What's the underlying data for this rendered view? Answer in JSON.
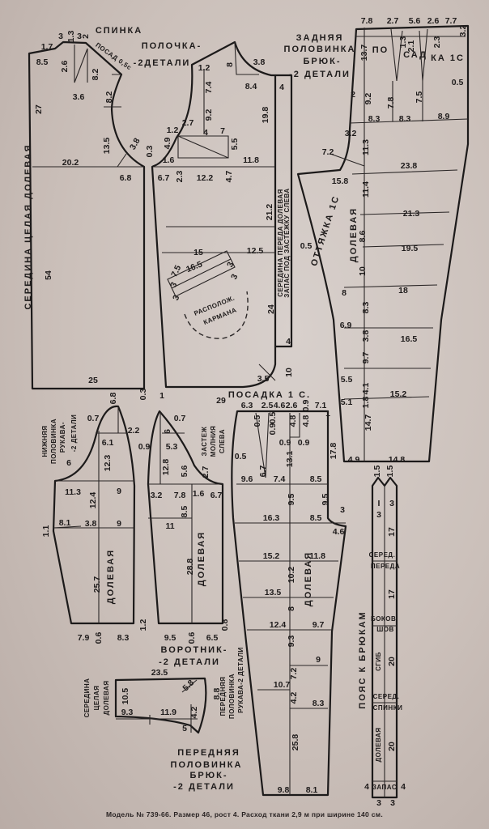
{
  "pieces": {
    "back": {
      "title": "СПИНКА",
      "note": "ПОСАД 0,5с",
      "center_label": "СЕРЕДИНА ЦЕЛАЯ ДОЛЕВАЯ",
      "measurements": [
        "1.7",
        "3",
        "1.3",
        "3",
        "2",
        "8.5",
        "2.6",
        "8.2",
        "3.6",
        "8.2",
        "27",
        "13.5",
        "3.8",
        "20.2",
        "6.8",
        "0.3",
        "54",
        "25"
      ]
    },
    "front": {
      "title_lines": [
        "ПОЛОЧКА-",
        "-2ДЕТАЛИ"
      ],
      "center_label": "СЕРЕДИНА ПЕРЕДА ДОЛЕВАЯ",
      "allowance_label": "ЗАПАС ПОД ЗАСТЕЖКУ СЛЕВА",
      "pocket_lines": [
        "РАСПОЛОЖ.",
        "КАРМАНА"
      ],
      "measurements": [
        "1.2",
        "8",
        "3.8",
        "8.4",
        "7.4",
        "4",
        "9.2",
        "19.8",
        "2.7",
        "1.2",
        "4",
        "7",
        "4.9",
        "5.5",
        "1.6",
        "11.8",
        "6.7",
        "2.3",
        "12.2",
        "4.7",
        "21.2",
        "15",
        "12.5",
        "7.5",
        "16.5",
        "3",
        "3",
        "3",
        "3",
        "24",
        "4",
        "3.5",
        "10",
        "29",
        "1"
      ]
    },
    "back_trousers": {
      "title_lines": [
        "ЗАДНЯЯ",
        "ПОЛОВИНКА",
        "БРЮК-",
        "-2 ДЕТАЛИ"
      ],
      "ease_parts": [
        "ПО",
        "САД",
        "КА 1С"
      ],
      "stretch_label": "ОТТЯЖКА 1С",
      "grain_label": "ДОЛЕВАЯ",
      "measurements": [
        "7.8",
        "2.7",
        "5.6",
        "2.6",
        "7.7",
        "3.2",
        "13.7",
        "1.3",
        "2.1",
        "2.3",
        "0.5",
        "2",
        "9.2",
        "7.8",
        "7.5",
        "8.3",
        "8.3",
        "8.9",
        "3.2",
        "11.3",
        "7.2",
        "23.8",
        "15.8",
        "11.4",
        "21.3",
        "8.6",
        "19.5",
        "10",
        "0.5",
        "8",
        "18",
        "8.3",
        "6.9",
        "3.8",
        "16.5",
        "9.7",
        "5.5",
        "4.1",
        "15.2",
        "5.1",
        "1.8",
        "14.7",
        "4.9",
        "14.8"
      ]
    },
    "lower_sleeve": {
      "title_lines": [
        "НИЖНЯЯ",
        "ПОЛОВИНКА",
        "РУКАВА-",
        "-2 ДЕТАЛИ"
      ],
      "grain_label": "ДОЛЕВАЯ",
      "measurements": [
        "0.7",
        "6.8",
        "2.2",
        "6.1",
        "6",
        "12.3",
        "11.3",
        "9",
        "12.4",
        "1.1",
        "8.1",
        "3.8",
        "9",
        "25.7",
        "7.9",
        "0.6",
        "8.3",
        "1.2",
        "0.3"
      ]
    },
    "upper_sleeve": {
      "title_lines": [
        "ПЕРЕДНЯЯ",
        "ПОЛОВИНКА",
        "РУКАВА-2 ДЕТАЛИ"
      ],
      "grain_label": "ДОЛЕВАЯ",
      "measurements": [
        "0.7",
        "0.9",
        "6",
        "5.3",
        "12.8",
        "5.6",
        "2.7",
        "3.2",
        "7.8",
        "1.6",
        "6.7",
        "8.5",
        "11",
        "28.8",
        "9.5",
        "0.6",
        "6.5",
        "0.8"
      ]
    },
    "zip_note_lines": [
      "ЗАСТЕЖ",
      "МОЛНИЯ",
      "СЛЕВА"
    ],
    "front_trousers": {
      "title_lines": [
        "ПЕРЕДНЯЯ",
        "ПОЛОВИНКА",
        "БРЮК-",
        "-2 ДЕТАЛИ"
      ],
      "ease_label": "ПОСАДКА 1 С.",
      "grain_label": "ДОЛЕВАЯ",
      "measurements": [
        "6.3",
        "2.5",
        "4.6",
        "2.6",
        "0.9",
        "7.1",
        "0.5",
        "0.5",
        "0.9",
        "4.8",
        "4.8",
        "1",
        "0.9",
        "0.9",
        "0.5",
        "13.1",
        "17.8",
        "6.7",
        "9.6",
        "7.4",
        "8.5",
        "9.5",
        "9.5",
        "3",
        "16.3",
        "8.5",
        "4.6",
        "15.2",
        "11.8",
        "10.2",
        "13.5",
        "8",
        "12.4",
        "9.7",
        "9.3",
        "9",
        "7.2",
        "10.7",
        "4.2",
        "8.3",
        "25.8",
        "9.8",
        "8.1"
      ]
    },
    "collar": {
      "title_lines": [
        "ВОРОТНИК-",
        "-2 ДЕТАЛИ"
      ],
      "center_lines": [
        "СЕРЕДИНА",
        "ЦЕЛАЯ",
        "ДОЛЕВАЯ"
      ],
      "measurements": [
        "23.5",
        "5.8",
        "10.5",
        "8.8",
        "9.3",
        "11.9",
        "4.2",
        "5"
      ]
    },
    "belt": {
      "title": "ПОЯС К БРЮКАМ",
      "labels": [
        "СЕРЕД.",
        "ПЕРЕДА",
        "БОКОВ.",
        "ШОВ",
        "СГИБ",
        "СЕРЕД.",
        "СПИНКИ",
        "ДОЛЕВАЯ",
        "ЗАПАС"
      ],
      "measurements": [
        "1.5",
        "1.5",
        "I",
        "3",
        "3",
        "17",
        "17",
        "20",
        "20",
        "4",
        "4",
        "3",
        "3"
      ]
    }
  },
  "footer": "Модель № 739-66. Размер 46, рост 4. Расход ткани 2,9 м при ширине 140 см."
}
